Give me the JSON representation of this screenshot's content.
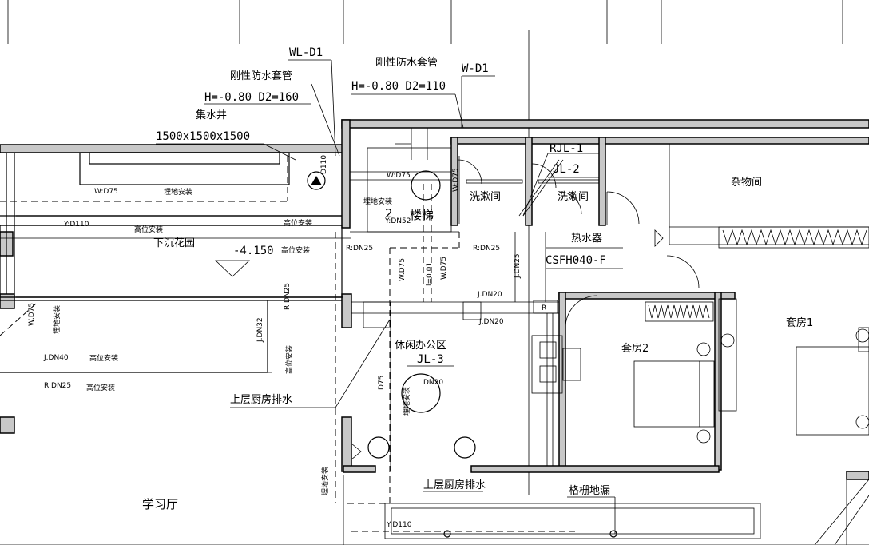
{
  "labels": {
    "wl_d1": "WL-D1",
    "w_d1": "W-D1",
    "sleeve_left": "刚性防水套管",
    "sleeve_left_spec": "H=-0.80  D2=160",
    "sleeve_right": "刚性防水套管",
    "sleeve_right_spec": "H=-0.80  D2=110",
    "sump": "集水井",
    "sump_size": "1500x1500x1500",
    "stairs": "楼梯",
    "stairs_num": "2",
    "rjl1": "RJL-1",
    "jl2": "JL-2",
    "wash1": "洗漱间",
    "wash2": "洗漱间",
    "storage": "杂物间",
    "heater": "热水器",
    "heater_model": "CSFH040-F",
    "garden": "下沉花园",
    "garden_level": "-4.150",
    "lounge": "休闲办公区",
    "jl3": "JL-3",
    "suite2": "套房2",
    "suite1": "套房1",
    "kitchen_drain_1": "上层厨房排水",
    "kitchen_drain_2": "上层厨房排水",
    "grate_drain": "格栅地漏",
    "study": "学习厅",
    "d110": "D110",
    "w_d75_a": "W:D75",
    "w_d75_b": "W:D75",
    "w_d75_c": "W.D75",
    "w_d75_d": "W.D75",
    "w_d75_e": "W.D75",
    "w_d75_f": "W:D75",
    "d75": "D75",
    "y_d110": "Y:D110",
    "y_d110_b": "Y:D110",
    "y_dn52": "Y:DN52",
    "r_dn25_a": "R:DN25",
    "r_dn25_b": "R:DN25",
    "r_dn25_c": "R:DN25",
    "r_dn25_d": "R:DN25",
    "j_dn25": "J.DN25",
    "j_dn32": "J.DN32",
    "j_dn40": "J.DN40",
    "j_dn20_a": "J.DN20",
    "j_dn20_b": "J.DN20",
    "dn20": "DN20",
    "slope": "i=0.01",
    "bury_1": "埋地安装",
    "bury_2": "埋地安装",
    "bury_3": "埋地安装",
    "bury_4": "埋地安装",
    "bury_5": "埋地安装",
    "high_1": "高位安装",
    "high_2": "高位安装",
    "high_3": "高位安装",
    "high_4": "高位安装",
    "high_5": "高位安装",
    "high_6": "高位安装",
    "r_tag": "R"
  }
}
